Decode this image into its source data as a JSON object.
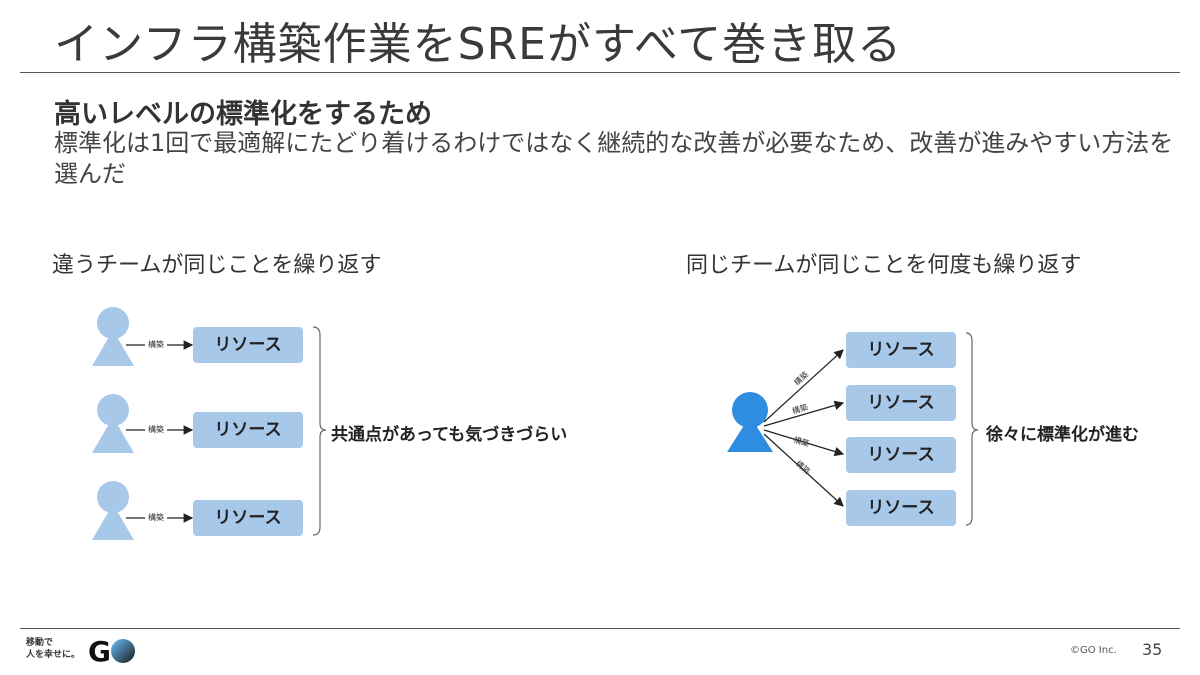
{
  "slide": {
    "title": "インフラ構築作業をSREがすべて巻き取る",
    "subheading": "高いレベルの標準化をするため",
    "body": "標準化は1回で最適解にたどり着けるわけではなく継続的な改善が必要なため、改善が進みやすい方法を選んだ"
  },
  "left_diagram": {
    "label": "違うチームが同じことを繰り返す",
    "arrow_label": "構築",
    "resources": [
      "リソース",
      "リソース",
      "リソース"
    ],
    "note": "共通点があっても気づきづらい"
  },
  "right_diagram": {
    "label": "同じチームが同じことを何度も繰り返す",
    "arrow_label": "構築",
    "resources": [
      "リソース",
      "リソース",
      "リソース",
      "リソース"
    ],
    "note": "徐々に標準化が進む"
  },
  "footer": {
    "logo_line1": "移動で",
    "logo_line2": "人を幸せに。",
    "logo_mark": "GO",
    "copyright": "©GO Inc.",
    "page_number": "35"
  },
  "colors": {
    "person_light": "#a7c8e8",
    "person_dark": "#2e8de0",
    "resource_box": "#a7c8e8"
  }
}
